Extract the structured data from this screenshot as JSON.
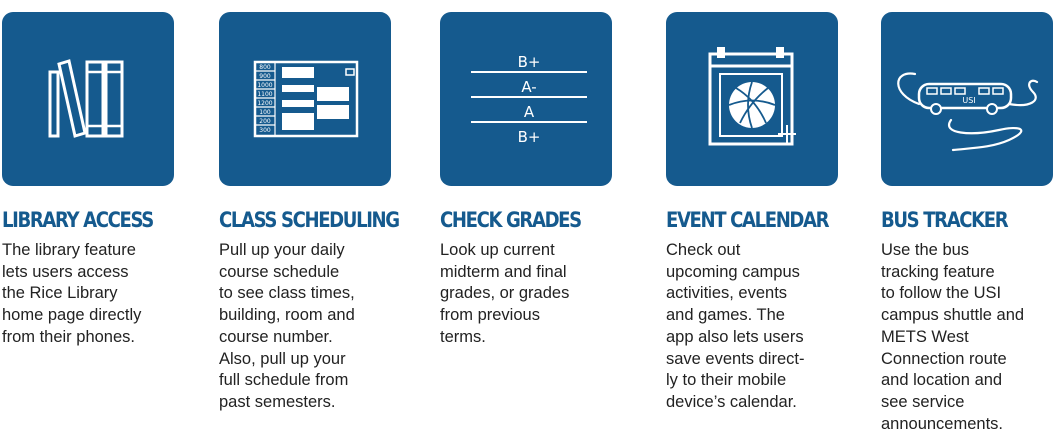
{
  "features": [
    {
      "title": "LIBRARY ACCESS",
      "icon": "books-icon",
      "lines": [
        "The library feature",
        "lets users access",
        "the Rice Library",
        "home page directly",
        "from their phones."
      ]
    },
    {
      "title": "CLASS SCHEDULING",
      "icon": "schedule-grid-icon",
      "icon_labels": [
        "800",
        "900",
        "1000",
        "1100",
        "1200",
        "100",
        "200",
        "300"
      ],
      "lines": [
        "Pull up your daily",
        "course schedule",
        "to see class times,",
        "building, room and",
        "course number.",
        "Also, pull up your",
        "full schedule from",
        "past semesters."
      ]
    },
    {
      "title": "CHECK GRADES",
      "icon": "grades-list-icon",
      "icon_labels": [
        "B+",
        "A-",
        "A",
        "B+"
      ],
      "lines": [
        "Look up current",
        "midterm and final",
        "grades, or grades",
        "from previous",
        "terms."
      ]
    },
    {
      "title": "EVENT CALENDAR",
      "icon": "calendar-basketball-icon",
      "lines": [
        "Check out",
        "upcoming campus",
        "activities, events",
        "and games. The",
        "app also lets users",
        "save events direct-",
        "ly to their mobile",
        "device’s calendar."
      ]
    },
    {
      "title": "BUS TRACKER",
      "icon": "bus-route-icon",
      "icon_labels": [
        "USI"
      ],
      "lines": [
        "Use the bus",
        "tracking feature",
        "to follow the USI",
        "campus shuttle and",
        "METS West",
        "Connection route",
        "and location and",
        "see service",
        "announcements."
      ]
    }
  ],
  "colors": {
    "tile": "#155a8e",
    "title": "#155a8e",
    "body_text": "#222222",
    "icon": "#ffffff"
  }
}
